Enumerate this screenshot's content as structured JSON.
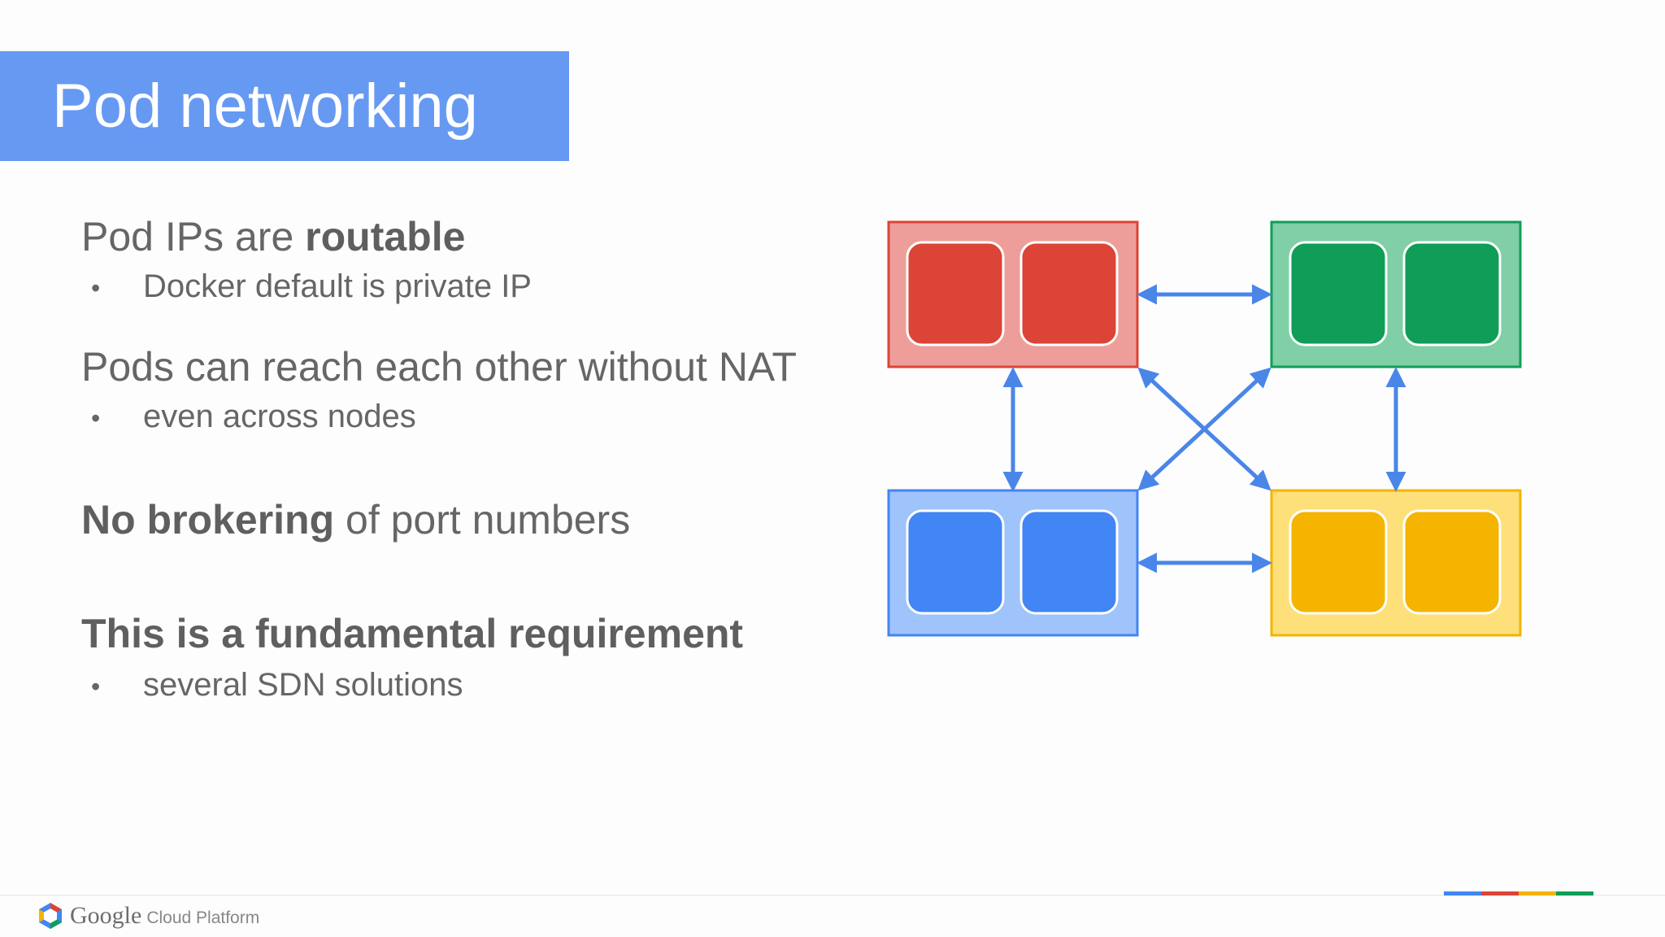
{
  "title": "Pod networking",
  "points": [
    {
      "heading_plain_pre": "Pod IPs are ",
      "heading_bold": "routable",
      "heading_plain_post": "",
      "sub": "Docker default is private IP"
    },
    {
      "heading_plain_pre": "Pods can reach each other without NAT",
      "heading_bold": "",
      "heading_plain_post": "",
      "sub": "even across nodes"
    },
    {
      "heading_plain_pre": "",
      "heading_bold": "No brokering",
      "heading_plain_post": " of port numbers",
      "sub": ""
    },
    {
      "heading_plain_pre": "",
      "heading_bold": "This is a fundamental requirement",
      "heading_plain_post": "",
      "sub": "several SDN solutions"
    }
  ],
  "bullet_glyph": "•",
  "diagram": {
    "nodes": [
      {
        "name": "red",
        "outer": "#ee9e9a",
        "border": "#db4437",
        "inner": "#db4437"
      },
      {
        "name": "green",
        "outer": "#80cfa6",
        "border": "#0f9d58",
        "inner": "#0f9d58"
      },
      {
        "name": "blue",
        "outer": "#9fc3fb",
        "border": "#4285f4",
        "inner": "#4285f4"
      },
      {
        "name": "yellow",
        "outer": "#fde07a",
        "border": "#f4b400",
        "inner": "#f4b400"
      }
    ],
    "arrow_color": "#4a86e8"
  },
  "footer": {
    "google": "Google",
    "cloud_platform": "Cloud Platform",
    "logo_icon": "google-cloud-hexagon-icon",
    "colorbar": [
      "#4285f4",
      "#db4437",
      "#f4b400",
      "#0f9d58"
    ]
  }
}
